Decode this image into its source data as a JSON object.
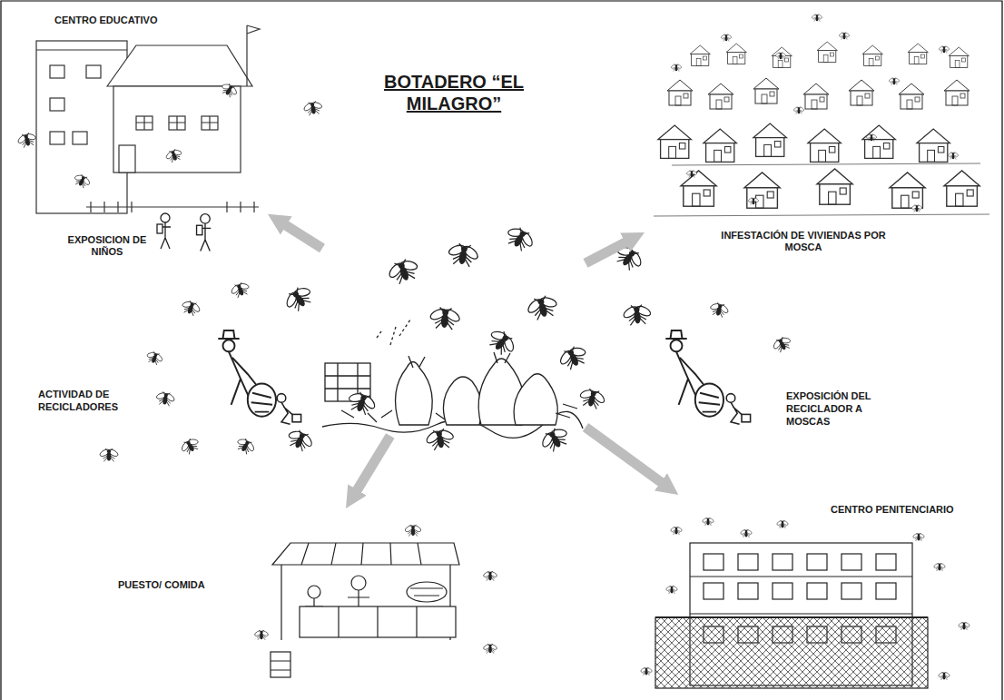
{
  "diagram": {
    "nodes": [
      {
        "text": [
          "BOTADERO “EL MILAGRO”"
        ]
      },
      {
        "text": [
          "CENTRO EDUCATIVO",
          "EXPOSICION DE NIÑOS"
        ]
      },
      {
        "text": [
          "INFESTACIÓN DE VIVIENDAS POR MOSCA"
        ]
      },
      {
        "text": [
          "PUESTO/ COMIDA"
        ]
      },
      {
        "text": [
          "CENTRO PENITENCIARIO"
        ]
      }
    ],
    "edges": [
      {
        "from": 0,
        "to": 1,
        "arrow": "to"
      },
      {
        "from": 0,
        "to": 2,
        "arrow": "to"
      },
      {
        "from": 0,
        "to": 3,
        "arrow": "to"
      },
      {
        "from": 0,
        "to": 4,
        "arrow": "to"
      }
    ],
    "labels": [
      "ACTIVIDAD DE RECICLADORES",
      "EXPOSICIÓN DEL RECICLADOR A MOSCAS"
    ]
  }
}
